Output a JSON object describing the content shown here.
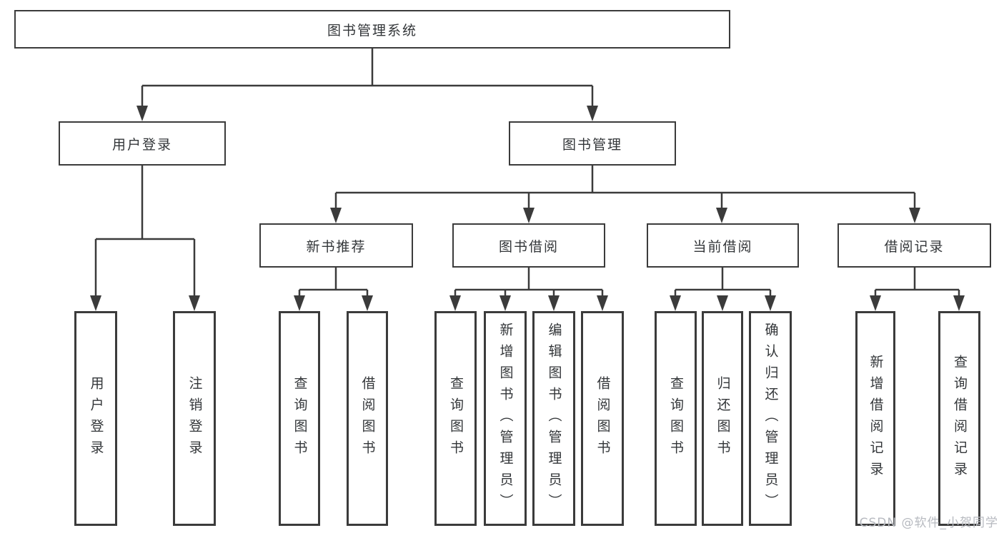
{
  "root": {
    "label": "图书管理系统"
  },
  "branches": {
    "user_login": {
      "label": "用户登录",
      "children": [
        {
          "label": "用户登录"
        },
        {
          "label": "注销登录"
        }
      ]
    },
    "book_management": {
      "label": "图书管理",
      "sections": {
        "new_book_recommend": {
          "label": "新书推荐",
          "children": [
            {
              "label": "查询图书"
            },
            {
              "label": "借阅图书"
            }
          ]
        },
        "book_borrow": {
          "label": "图书借阅",
          "children": [
            {
              "label": "查询图书"
            },
            {
              "label": "新增图书（管理员）"
            },
            {
              "label": "编辑图书（管理员）"
            },
            {
              "label": "借阅图书"
            }
          ]
        },
        "current_borrow": {
          "label": "当前借阅",
          "children": [
            {
              "label": "查询图书"
            },
            {
              "label": "归还图书"
            },
            {
              "label": "确认归还（管理员）"
            }
          ]
        },
        "borrow_records": {
          "label": "借阅记录",
          "children": [
            {
              "label": "新增借阅记录"
            },
            {
              "label": "查询借阅记录"
            }
          ]
        }
      }
    }
  },
  "watermark": "CSDN @软件_小贺同学",
  "colors": {
    "line": "#3b3b3b",
    "text": "#333639",
    "watermark": "#b7bac0",
    "background": "#ffffff"
  }
}
